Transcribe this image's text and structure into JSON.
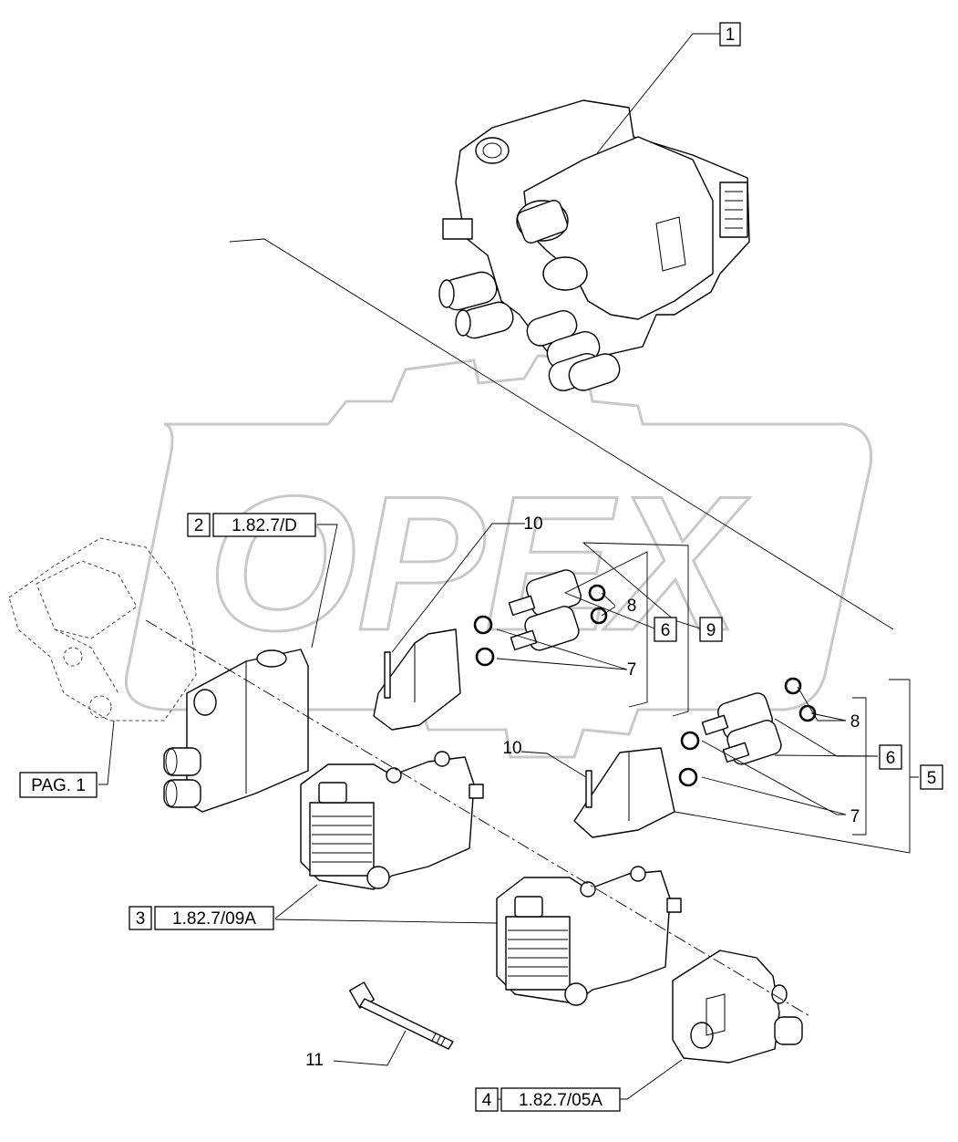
{
  "diagram": {
    "watermark": "OPEX",
    "callouts": [
      {
        "id": "c1",
        "num": "1",
        "ref": ""
      },
      {
        "id": "c2",
        "num": "2",
        "ref": "1.82.7/D"
      },
      {
        "id": "c3",
        "num": "3",
        "ref": "1.82.7/09A"
      },
      {
        "id": "c4",
        "num": "4",
        "ref": "1.82.7/05A"
      },
      {
        "id": "c5",
        "num": "5",
        "ref": ""
      },
      {
        "id": "c6a",
        "num": "6",
        "ref": ""
      },
      {
        "id": "c6b",
        "num": "6",
        "ref": ""
      },
      {
        "id": "c7a",
        "num": "7",
        "ref": ""
      },
      {
        "id": "c7b",
        "num": "7",
        "ref": ""
      },
      {
        "id": "c8a",
        "num": "8",
        "ref": ""
      },
      {
        "id": "c8b",
        "num": "8",
        "ref": ""
      },
      {
        "id": "c9",
        "num": "9",
        "ref": ""
      },
      {
        "id": "c10a",
        "num": "10",
        "ref": ""
      },
      {
        "id": "c10b",
        "num": "10",
        "ref": ""
      },
      {
        "id": "c11",
        "num": "11",
        "ref": ""
      }
    ],
    "page_ref": "PAG. 1"
  }
}
